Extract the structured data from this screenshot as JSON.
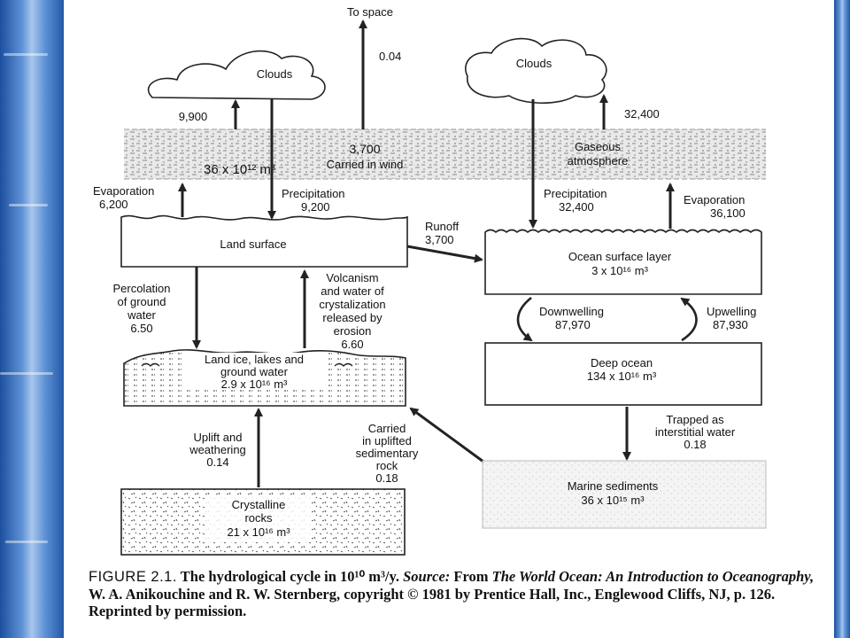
{
  "diagram": {
    "to_space": "To space",
    "to_space_value": "0.04",
    "clouds_left": "Clouds",
    "clouds_right": "Clouds",
    "evap_to_clouds_left": "9,900",
    "evap_to_clouds_right": "32,400",
    "atm_left_volume": "36 x 10¹² m³",
    "carried_in_wind_value": "3,700",
    "carried_in_wind": "Carried in wind",
    "gaseous": "Gaseous",
    "atmosphere": "atmosphere",
    "land_evap_label": "Evaporation",
    "land_evap_value": "6,200",
    "land_precip_label": "Precipitation",
    "land_precip_value": "9,200",
    "ocean_precip_label": "Precipitation",
    "ocean_precip_value": "32,400",
    "ocean_evap_label": "Evaporation",
    "ocean_evap_value": "36,100",
    "runoff_label": "Runoff",
    "runoff_value": "3,700",
    "land_surface": "Land surface",
    "ocean_surface": "Ocean surface layer",
    "ocean_surface_volume": "3 x 10¹⁶ m³",
    "percolation_1": "Percolation",
    "percolation_2": "of ground",
    "percolation_3": "water",
    "percolation_value": "6.50",
    "volcanism_1": "Volcanism",
    "volcanism_2": "and water of",
    "volcanism_3": "crystalization",
    "volcanism_4": "released by",
    "volcanism_5": "erosion",
    "volcanism_value": "6.60",
    "downwelling_label": "Downwelling",
    "downwelling_value": "87,970",
    "upwelling_label": "Upwelling",
    "upwelling_value": "87,930",
    "land_ice_1": "Land ice, lakes and",
    "land_ice_2": "ground water",
    "land_ice_volume": "2.9 x 10¹⁶ m³",
    "deep_ocean": "Deep ocean",
    "deep_ocean_volume": "134 x 10¹⁶ m³",
    "uplift_1": "Uplift and",
    "uplift_2": "weathering",
    "uplift_value": "0.14",
    "carried_1": "Carried",
    "carried_2": "in uplifted",
    "carried_3": "sedimentary",
    "carried_4": "rock",
    "carried_value": "0.18",
    "trapped_1": "Trapped as",
    "trapped_2": "interstitial water",
    "trapped_value": "0.18",
    "crystalline_1": "Crystalline",
    "crystalline_2": "rocks",
    "crystalline_volume": "21 x 10¹⁶ m³",
    "marine_1": "Marine sediments",
    "marine_volume": "36 x 10¹⁵ m³"
  },
  "caption": {
    "figure_label": "FIGURE 2.1.",
    "text_1": "The hydrological cycle in 10¹⁰ m³/y.",
    "source_label": "Source:",
    "text_2": "From",
    "book_title": "The World Ocean: An Introduction to Oceanography,",
    "text_3": "W. A. Anikouchine and R. W. Sternberg, copyright © 1981 by Prentice Hall, Inc., Englewood Cliffs, NJ, p. 126. Reprinted by permission."
  }
}
